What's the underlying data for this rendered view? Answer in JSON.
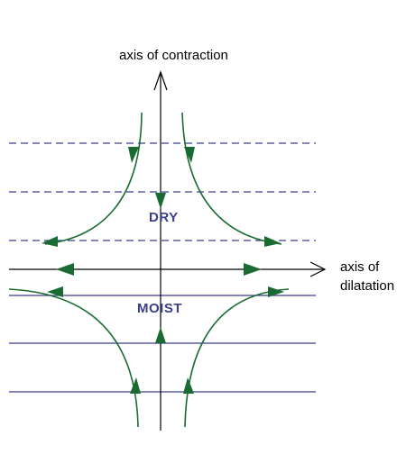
{
  "labels": {
    "contraction_axis": "axis of contraction",
    "dilatation_axis_line1": "axis of",
    "dilatation_axis_line2": "dilatation",
    "dry_region": "DRY",
    "moist_region": "MOIST"
  },
  "colors": {
    "axis": "#000000",
    "streamline": "#1a6b32",
    "isoline": "#3a3f8c",
    "region_text": "#3a3f8c"
  },
  "line_styles": {
    "dry_isolines": "dashed",
    "moist_isolines": "solid"
  }
}
